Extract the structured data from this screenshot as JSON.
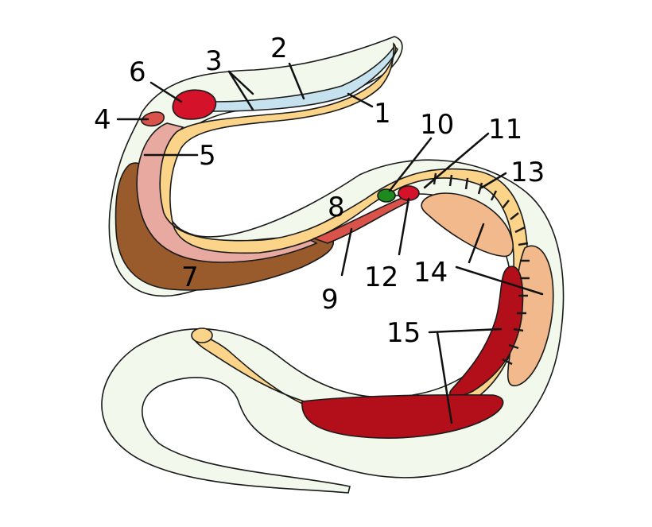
{
  "labels": [
    "1",
    "2",
    "3",
    "4",
    "5",
    "6",
    "7",
    "8",
    "9",
    "10",
    "11",
    "12",
    "13",
    "14",
    "15"
  ],
  "colors": {
    "body": "#f2f8ec",
    "gut": "#fbd48a",
    "trachea": "#c6e2ee",
    "heart": "#d4132a",
    "liver": "#9a5b2c",
    "lung": "#e8a9a0",
    "stomach": "#d9534a",
    "kidney": "#b30f1a",
    "gonad": "#f2b98c",
    "gallbladder": "#1c8a1c",
    "outline": "#1a1a1a"
  }
}
